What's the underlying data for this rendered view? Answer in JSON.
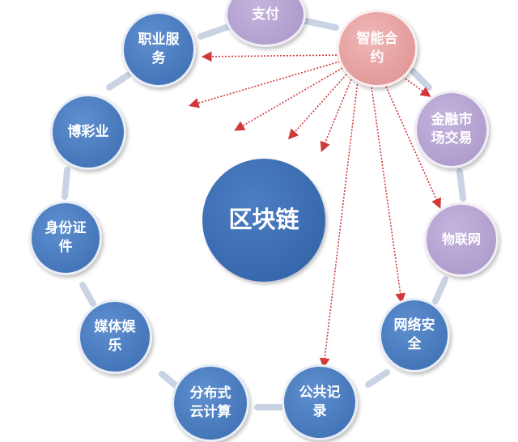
{
  "diagram": {
    "center_label": "区块链",
    "source_label": "智能合约",
    "nodes": {
      "zhifu": "支付",
      "zhineng_heyue": "智能合约",
      "jinrong_shichang": "金融市场交易",
      "wulianwang": "物联网",
      "wangluo_anquan": "网络安全",
      "gonggong_jilu": "公共记录",
      "fenbushi_yunjisuan": "分布式云计算",
      "meiti_yule": "媒体娱乐",
      "shenfen_zhengjian": "身份证件",
      "bocaiye": "博彩业",
      "zhiye_fuwu": "职业服务"
    },
    "colors": {
      "blue": "#3a6cb0",
      "purple": "#a895c8",
      "pink": "#dc8f8f",
      "ring": "#c9d3e3",
      "arrow": "#d0383a"
    }
  }
}
